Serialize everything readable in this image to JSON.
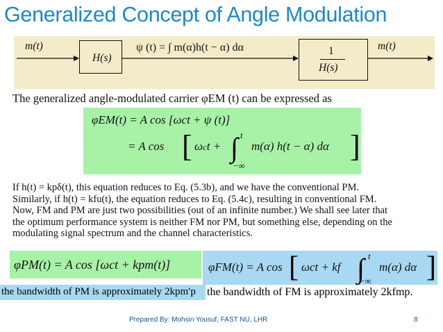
{
  "title": "Generalized Concept of Angle Modulation",
  "diagram": {
    "input_label": "m(t)",
    "block1_label": "H(s)",
    "middle_expr": "ψ (t) = ∫ m(α)h(t − α) dα",
    "block2_numerator": "1",
    "block2_denominator": "H(s)",
    "output_label": "m(t)"
  },
  "paragraph1": "The generalized angle-modulated carrier φEM (t) can be expressed as",
  "equation1": {
    "line1": "φEM(t) = A cos [ωct + ψ (t)]",
    "line2_prefix": "= A cos",
    "line2_integrand": "m(α) h(t − α) dα",
    "upper_limit": "t",
    "lower_limit": "−∞"
  },
  "paragraph2": [
    "If h(t) = kpδ(t), this equation reduces to Eq. (5.3b), and we have the conventional PM.",
    "Similarly, if h(t) = kfu(t), the equation reduces to Eq. (5.4c), resulting in conventional FM.",
    "Now, FM and PM are just two possibilities (out of an infinite number.) We shall see later that",
    "the optimum performance system is neither FM nor PM, but something else, depending on the",
    "modulating signal spectrum and the channel characteristics."
  ],
  "pm_equation": "φPM(t) = A cos [ωct + kpm(t)]",
  "fm_equation": {
    "prefix": "φFM(t) = A cos",
    "inner": "ωct + kf",
    "integrand": "m(α) dα",
    "upper_limit": "t",
    "lower_limit": "−∞"
  },
  "pm_bandwidth": "the bandwidth of PM is approximately 2kpm′p",
  "fm_bandwidth": "the bandwidth of FM is approximately 2kfmp.",
  "footer": "Prepared By: Mohsin Yousuf, FAST NU, LHR",
  "page_number": "8",
  "colors": {
    "title": "#1d88c9",
    "green_box": "#a8f2a8",
    "blue_box": "#a8d8f2",
    "diagram_bg": "#f4ebc9"
  }
}
